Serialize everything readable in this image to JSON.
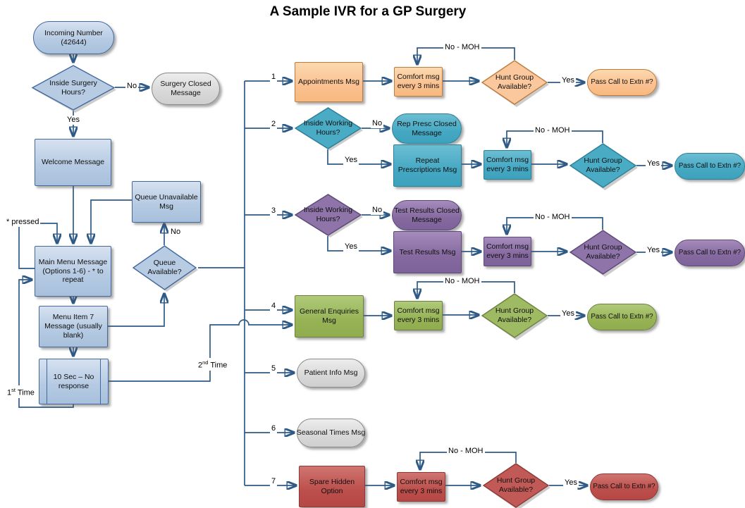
{
  "title": "A Sample IVR for a GP Surgery",
  "colors": {
    "line": "#2e5a87",
    "blue": "#b6cbe3",
    "gray": "#d9d9d9",
    "orange": "#fac090",
    "teal": "#4bacc6",
    "purple": "#8064a2",
    "green": "#9bbb59",
    "red": "#c0504d"
  },
  "nodes": {
    "incoming": "Incoming Number\n(42644)",
    "inside_surgery": "Inside Surgery\nHours?",
    "surgery_closed": "Surgery Closed\nMessage",
    "welcome": "Welcome Message",
    "queue_unavailable": "Queue Unavailable\nMsg",
    "main_menu": "Main Menu Message\n(Options 1-6) - * to\nrepeat",
    "queue_available": "Queue\nAvailable?",
    "menu_item7": "Menu Item 7\nMessage (usually\nblank)",
    "ten_sec": "10 Sec – No\nresponse",
    "appointments": "Appointments Msg",
    "comfort": "Comfort msg\nevery 3 mins",
    "hunt_group": "Hunt Group\nAvailable?",
    "pass_call": "Pass Call to Extn #?",
    "inside_working": "Inside Working\nHours?",
    "rep_presc_closed": "Rep Presc Closed\nMessage",
    "repeat_prescriptions": "Repeat\nPrescriptions Msg",
    "test_results_closed": "Test Results Closed\nMessage",
    "test_results": "Test Results Msg",
    "general_enquiries": "General Enquiries\nMsg",
    "patient_info": "Patient Info Msg",
    "seasonal_times": "Seasonal Times Msg",
    "spare_hidden": "Spare Hidden\nOption"
  },
  "labels": {
    "yes": "Yes",
    "no": "No",
    "no_moh": "No - MOH",
    "star_pressed": "* pressed",
    "first_time": {
      "base": "1",
      "sup": "st",
      "rest": " Time"
    },
    "second_time": {
      "base": "2",
      "sup": "nd",
      "rest": " Time"
    },
    "branches": [
      "1",
      "2",
      "3",
      "4",
      "5",
      "6",
      "7"
    ]
  }
}
